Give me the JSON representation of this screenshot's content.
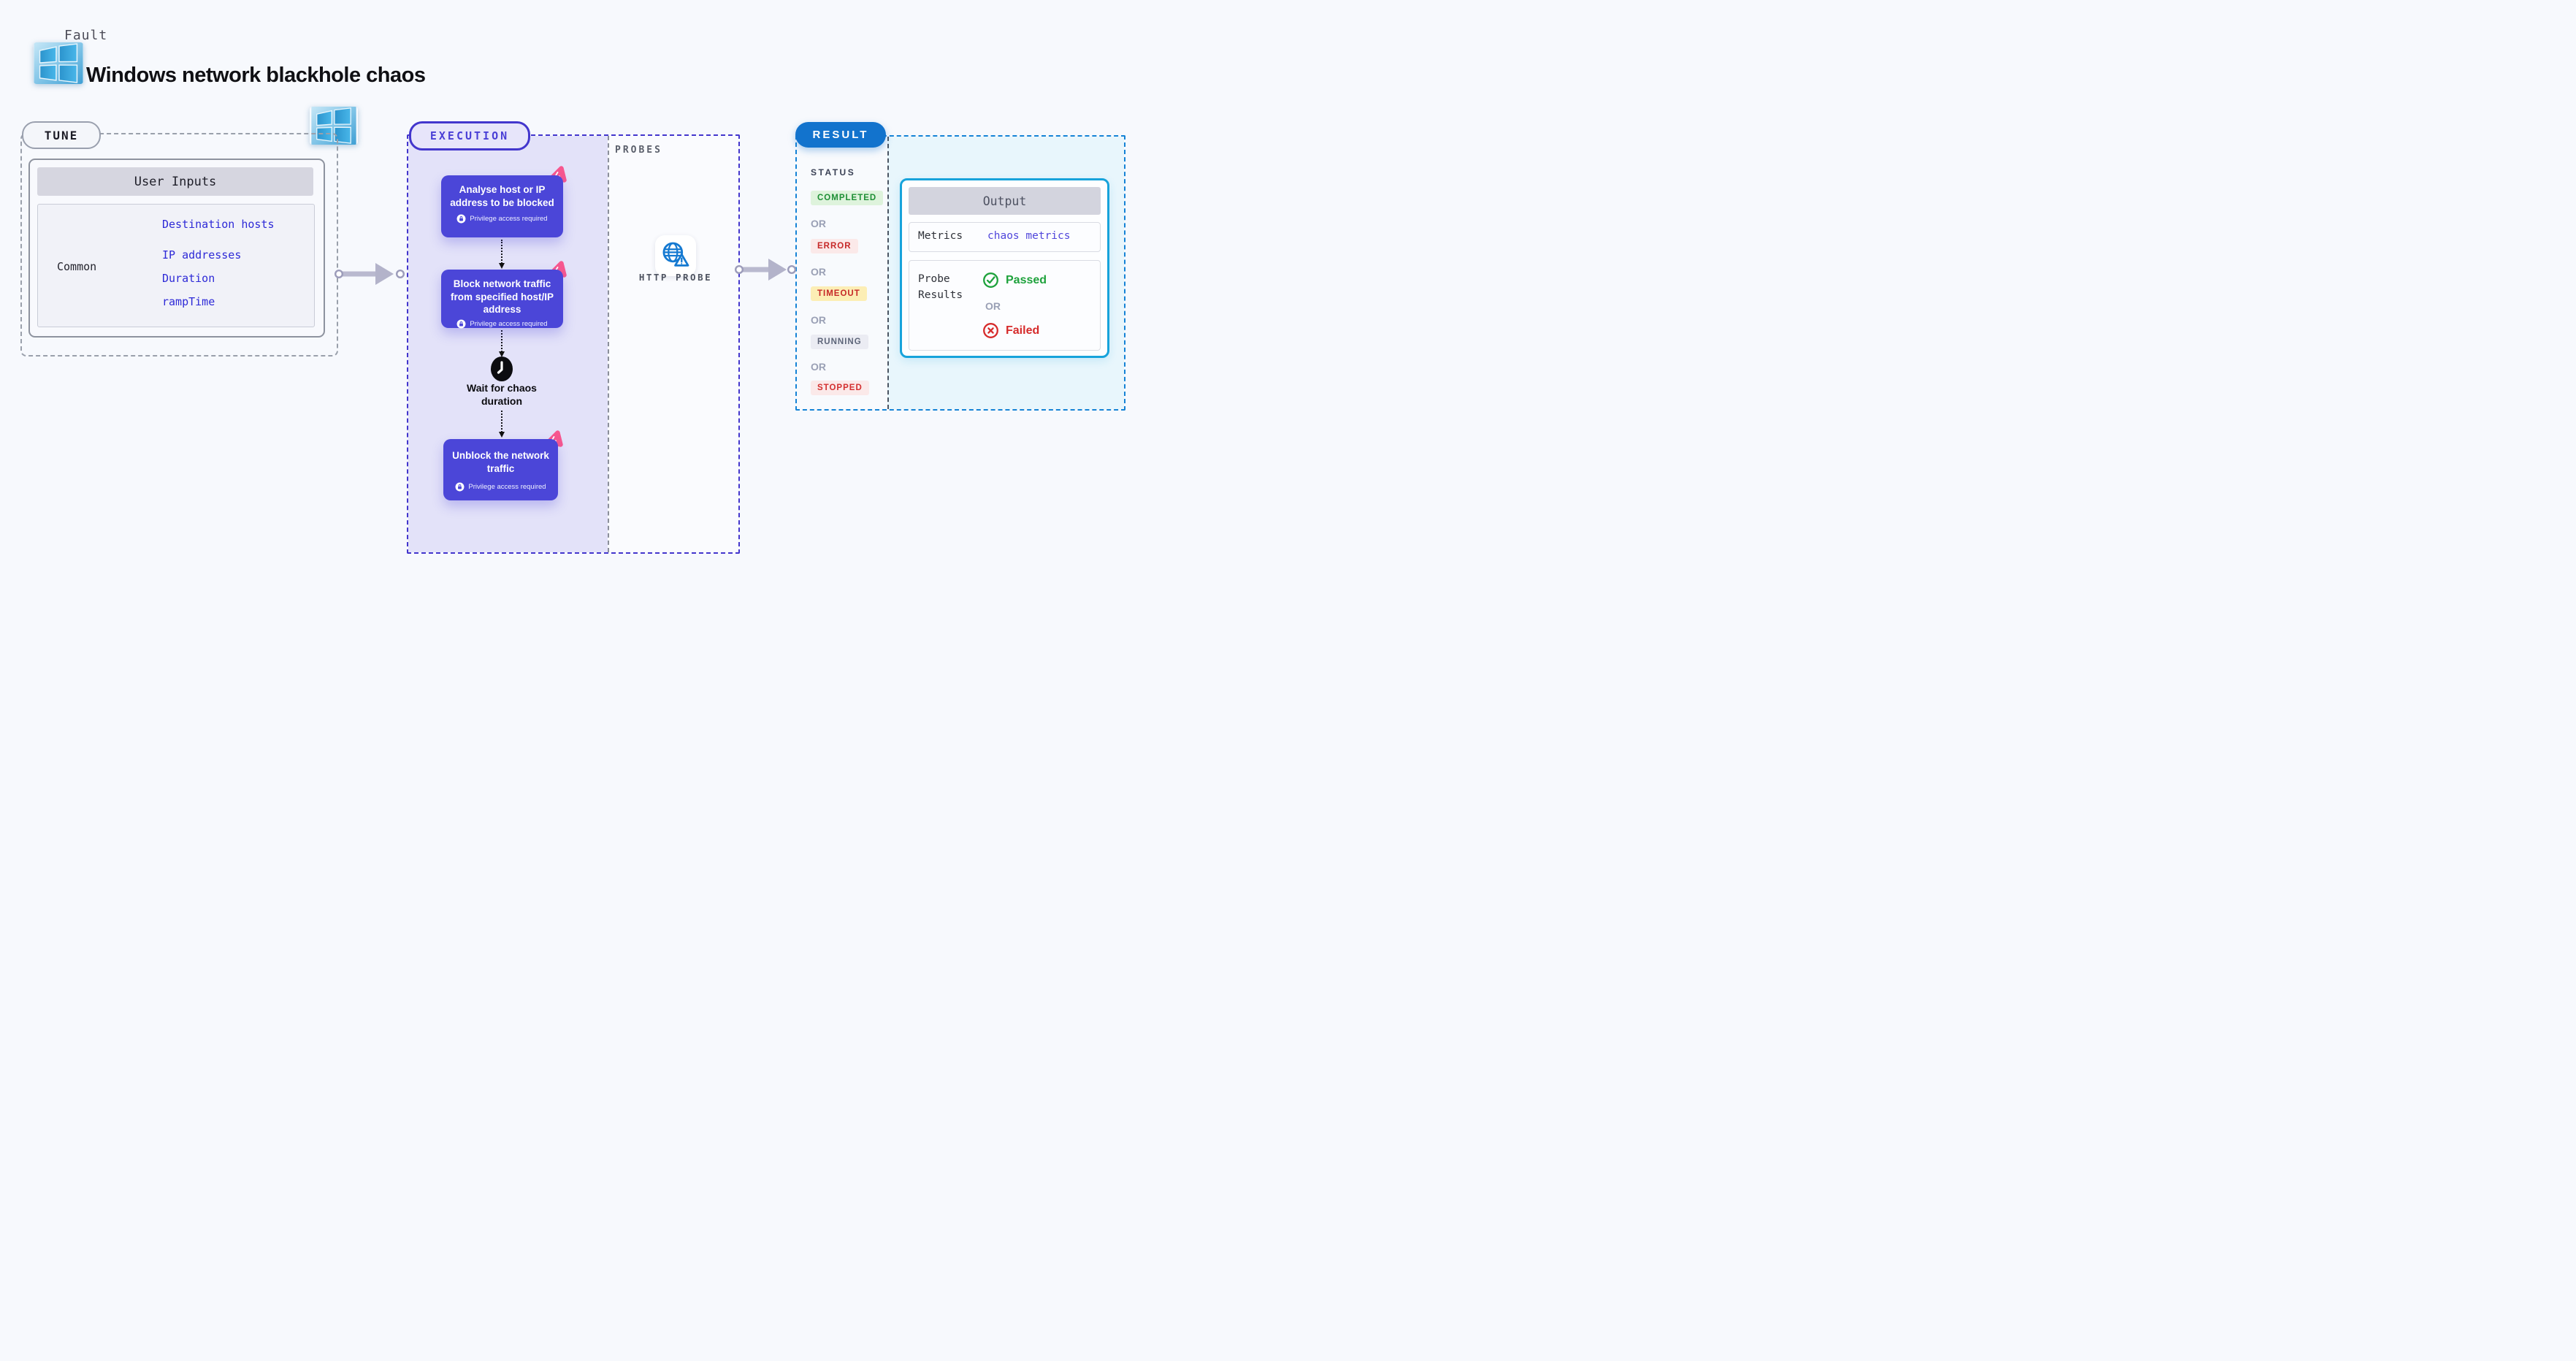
{
  "header": {
    "eyebrow": "Fault",
    "title": "Windows network blackhole chaos"
  },
  "tune": {
    "badge": "TUNE",
    "table_header": "User Inputs",
    "row_label": "Common",
    "inputs": [
      "Destination hosts",
      "IP addresses",
      "Duration",
      "rampTime"
    ]
  },
  "execution": {
    "badge": "EXECUTION",
    "steps": [
      {
        "label": "Analyse host or IP address to be blocked",
        "note": "Privilege access required"
      },
      {
        "label": "Block network traffic from specified host/IP address",
        "note": "Privilege access required"
      },
      {
        "label": "Unblock the network traffic",
        "note": "Privilege access required"
      }
    ],
    "wait_label": "Wait for chaos duration",
    "probes_heading": "PROBES",
    "probe_label": "HTTP PROBE"
  },
  "result": {
    "badge": "RESULT",
    "status_heading": "STATUS",
    "or_label": "OR",
    "statuses": [
      {
        "label": "COMPLETED",
        "bg": "#def3dc",
        "text": "#1e8f35"
      },
      {
        "label": "ERROR",
        "bg": "#fbe9e9",
        "text": "#c62828"
      },
      {
        "label": "TIMEOUT",
        "bg": "#fceeb5",
        "text": "#c62828"
      },
      {
        "label": "RUNNING",
        "bg": "#ebecf3",
        "text": "#5d6579"
      },
      {
        "label": "STOPPED",
        "bg": "#fbe9e9",
        "text": "#d32f2f"
      }
    ],
    "output": {
      "title": "Output",
      "metrics_label": "Metrics",
      "metrics_value": "chaos metrics",
      "probe_results_label": "Probe Results",
      "passed_label": "Passed",
      "or_label": "OR",
      "failed_label": "Failed"
    }
  },
  "colors": {
    "page_bg": "#f7f9fd",
    "accent_indigo": "#4b46d8",
    "execution_border": "#4336cd",
    "execution_fill": "#e3e2f9",
    "result_pill_blue": "#1273cd",
    "result_border_blue": "#1583d6",
    "result_cyan_bg": "#e8f6fc",
    "output_border_cyan": "#17a3db",
    "link_blue": "#2e2ad7",
    "metrics_link_indigo": "#5046db",
    "passed_green": "#1ea23c",
    "failed_red": "#d62b2b",
    "pink_fault_icon": "#f7578f",
    "probe_icon_blue": "#1479d1"
  }
}
